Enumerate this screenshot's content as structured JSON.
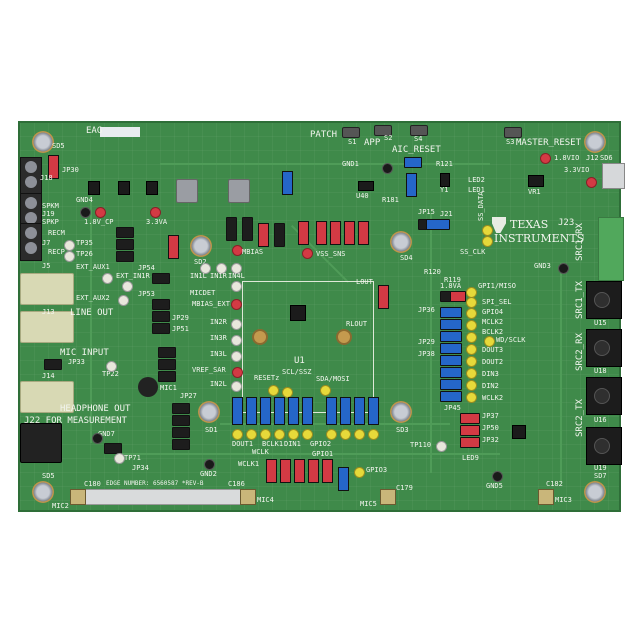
{
  "board": {
    "colors": {
      "pcb": "#3f8a4a",
      "silkscreen": "#f2f5ee",
      "jumper_blue": "#2566c9",
      "jumper_red": "#d33a44",
      "test_point_yellow": "#e6d93a"
    },
    "top_labels": {
      "eag": "EAG",
      "patch": "PATCH",
      "app": "APP",
      "aic_reset": "AIC_RESET",
      "master_reset": "MASTER_RESET",
      "s1": "S1",
      "s2": "S2",
      "s4": "S4",
      "s3": "S3",
      "gnd1": "GND1",
      "u40": "U40",
      "r181": "R181",
      "y1": "Y1",
      "r121": "R121",
      "led2": "LED2",
      "led1": "LED1",
      "vr1": "VR1",
      "v18": "1.8VIO",
      "v33": "3.3VIO",
      "j12": "J12",
      "sd6": "SD6"
    },
    "left_labels": {
      "sd5": "SD5",
      "j18": "J18",
      "jp30": "JP30",
      "spkm": "SPKM",
      "j19": "J19",
      "spkp": "SPKP",
      "recm": "RECM",
      "j7": "J7",
      "recp": "RECP",
      "gnd4": "GND4",
      "v18_cp": "1.8V_CP",
      "v33_va": "3.3VA",
      "tp35": "TP35",
      "tp26": "TP26",
      "j5": "J5",
      "ext_aux1": "EXT_AUX1",
      "ext_in1r": "EXT_IN1R",
      "ext_aux2": "EXT_AUX2",
      "line_out": "LINE OUT",
      "j13": "J13",
      "mic_input": "MIC INPUT",
      "jp33": "JP33",
      "tp22": "TP22",
      "j14": "J14",
      "headphone_out": "HEADPHONE OUT",
      "for_measurement": "J22  FOR MEASUREMENT",
      "sd5b": "SD5",
      "gnd7": "GND7",
      "tp71": "TP71",
      "jp34": "JP34",
      "mic1": "MIC1",
      "jp27": "JP27",
      "sd1": "SD1"
    },
    "center_labels": {
      "sd2": "SD2",
      "jp54": "JP54",
      "jp53": "JP53",
      "jp51": "JP51",
      "jp29": "JP29",
      "in1l": "IN1L",
      "in1r": "IN1R",
      "in4l": "IN4L",
      "micdet": "MICDET",
      "mbias_ext": "MBIAS_EXT",
      "mbias": "MBIAS",
      "in2r": "IN2R",
      "in3r": "IN3R",
      "in3l": "IN3L",
      "vref_sar": "VREF_SAR",
      "in2l": "IN2L",
      "vss_sns": "VSS_SNS",
      "lout": "LOUT",
      "rlout": "RLOUT",
      "u1": "U1",
      "reset": "RESETz",
      "scl_sso": "SCL/SSZ",
      "sda_mosi": "SDA/MOSI",
      "dout1": "DOUT1",
      "wclk": "WCLK",
      "bclk1": "BCLK1",
      "din1": "DIN1",
      "gpio2": "GPIO2",
      "gpio1": "GPIO1",
      "gpio3": "GPIO3",
      "wclk1": "WCLK1",
      "gnd2": "GND2",
      "sd3": "SD3",
      "sd4": "SD4",
      "jp15": "JP15",
      "j21": "J21",
      "r120": "R120",
      "r119": "R119"
    },
    "right_labels": {
      "ti_brand_top": "TEXAS",
      "ti_brand_bottom": "INSTRUMENTS",
      "j23": "J23",
      "ss_data": "SS_DATA",
      "ss_clk": "SS_CLK",
      "gnd3": "GND3",
      "v18va": "1.8VA",
      "gpi1_miso": "GPI1/MISO",
      "spi_sel": "SPI_SEL",
      "gpio4": "GPIO4",
      "mclk2": "MCLK2",
      "bclk2": "BCLK2",
      "wd_sclk": "WD/SCLK",
      "dout3": "DOUT3",
      "dout2": "DOUT2",
      "din3": "DIN3",
      "din2": "DIN2",
      "wclk2": "WCLK2",
      "jp36": "JP36",
      "jp29": "JP29",
      "jp38": "JP38",
      "jp45": "JP45",
      "jp37": "JP37",
      "jp50": "JP50",
      "jp32": "JP32",
      "tp110": "TP110",
      "led9": "LED9",
      "gnd5": "GND5",
      "src1_rx": "SRC1_RX",
      "src1_tx": "SRC1_TX",
      "src2_rx": "SRC2_RX",
      "src2_tx": "SRC2_TX",
      "u15": "U15",
      "u16": "U16",
      "u18": "U18",
      "u19": "U19",
      "sd7": "SD7"
    },
    "bottom_labels": {
      "c180": "C180",
      "edge_number": "EDGE NUMBER: 6560587  *REV-B",
      "c186": "C186",
      "mic2": "MIC2",
      "mic4": "MIC4",
      "mic5": "MIC5",
      "c179": "C179",
      "c182": "C182",
      "mic3": "MIC3"
    }
  }
}
